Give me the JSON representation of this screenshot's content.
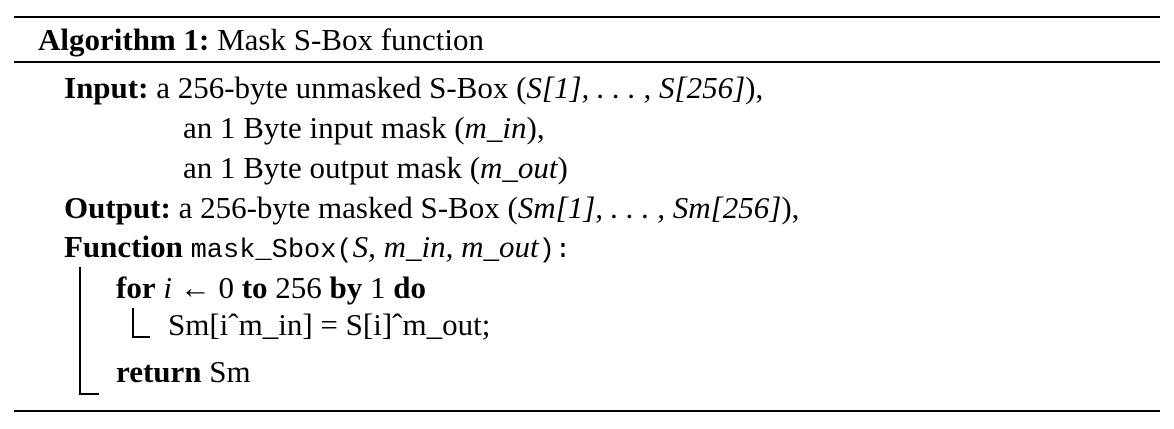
{
  "algorithm": {
    "label": "Algorithm 1:",
    "title": "Mask S-Box function"
  },
  "input": {
    "label": "Input:",
    "line1_text": "a 256-byte unmasked S-Box (",
    "line1_math": "S[1], . . . , S[256]",
    "line1_end": "),",
    "line2_text": "an 1 Byte input mask (",
    "line2_math": "m_in",
    "line2_end": "),",
    "line3_text": "an 1 Byte output mask (",
    "line3_math": "m_out",
    "line3_end": ")"
  },
  "output": {
    "label": "Output:",
    "text": "a 256-byte masked S-Box (",
    "math": "Sm[1], . . . , Sm[256]",
    "end": "),"
  },
  "function": {
    "keyword": "Function",
    "name": "mask_Sbox(",
    "args": "S, m_in, m_out",
    "close": "):"
  },
  "loop": {
    "for_kw": "for",
    "var": "i",
    "arrow": "←",
    "start": "0",
    "to_kw": "to",
    "end": "256",
    "by_kw": "by",
    "step": "1",
    "do_kw": "do"
  },
  "body": {
    "statement": "Sm[iˆm_in] = S[i]ˆm_out;"
  },
  "return": {
    "keyword": "return",
    "value": "Sm"
  }
}
